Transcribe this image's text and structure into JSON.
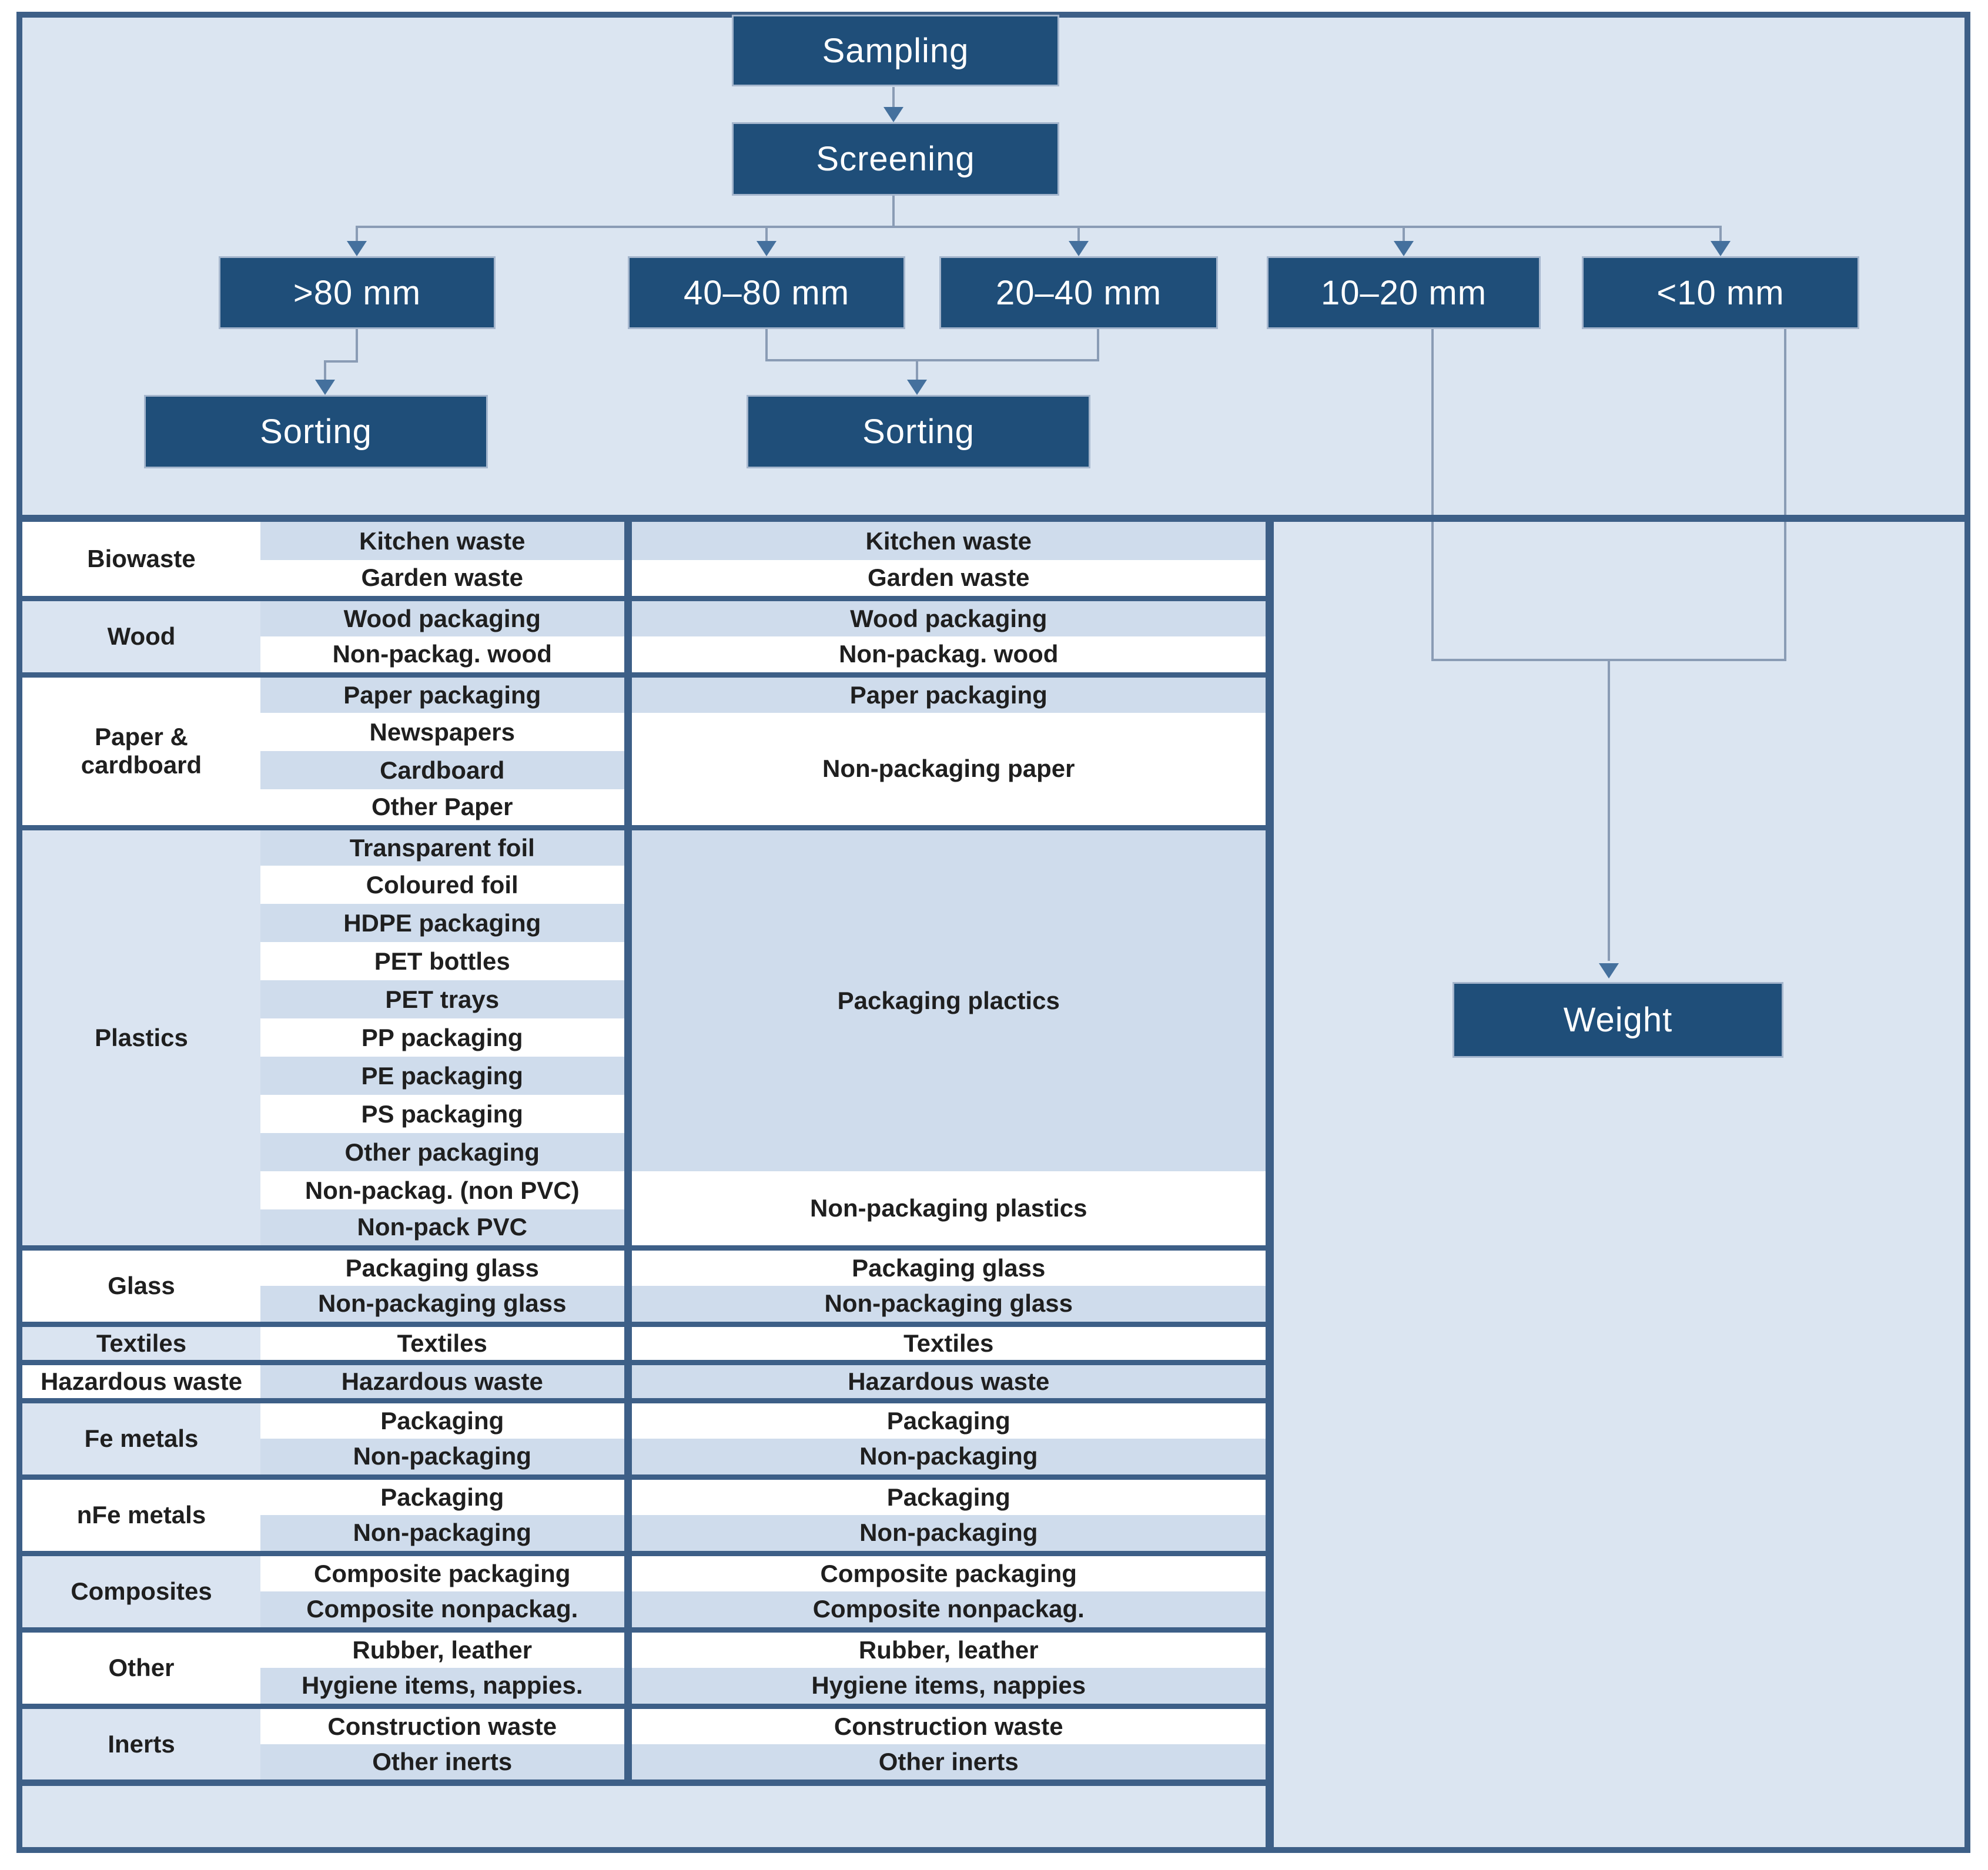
{
  "colors": {
    "panel_bg": "#dbe5f1",
    "separator": "#3d5f87",
    "box_fill": "#1f4e79",
    "box_border": "#a5b6cd",
    "box_text": "#ffffff",
    "line": "#8a9cb5",
    "arrow": "#44709d",
    "row_blue": "#cfdcec",
    "row_white": "#ffffff",
    "cat_blue": "#dae4f1",
    "cat_white": "#ffffff",
    "table_text": "#1f1f1f"
  },
  "flowchart": {
    "sampling": "Sampling",
    "screening": "Screening",
    "fractions": [
      ">80 mm",
      "40–80 mm",
      "20–40 mm",
      "10–20 mm",
      "<10 mm"
    ],
    "sorting_left": "Sorting",
    "sorting_mid": "Sorting",
    "weight": "Weight"
  },
  "table": {
    "groups": [
      {
        "category": "Biowaste",
        "col1": [
          "Kitchen waste",
          "Garden waste"
        ],
        "col2": [
          {
            "label": "Kitchen waste",
            "span": 1
          },
          {
            "label": "Garden waste",
            "span": 1
          }
        ]
      },
      {
        "category": "Wood",
        "col1": [
          "Wood packaging",
          "Non-packag. wood"
        ],
        "col2": [
          {
            "label": "Wood packaging",
            "span": 1
          },
          {
            "label": "Non-packag. wood",
            "span": 1
          }
        ]
      },
      {
        "category": "Paper & cardboard",
        "col1": [
          "Paper packaging",
          "Newspapers",
          "Cardboard",
          "Other Paper"
        ],
        "col2": [
          {
            "label": "Paper packaging",
            "span": 1
          },
          {
            "label": "Non-packaging paper",
            "span": 3
          }
        ]
      },
      {
        "category": "Plastics",
        "col1": [
          "Transparent foil",
          "Coloured foil",
          "HDPE packaging",
          "PET bottles",
          "PET trays",
          "PP packaging",
          "PE packaging",
          "PS packaging",
          "Other packaging",
          "Non-packag. (non PVC)",
          "Non-pack PVC"
        ],
        "col2": [
          {
            "label": "Packaging plactics",
            "span": 9
          },
          {
            "label": "Non-packaging plastics",
            "span": 2
          }
        ]
      },
      {
        "category": "Glass",
        "col1": [
          "Packaging glass",
          "Non-packaging glass"
        ],
        "col2": [
          {
            "label": "Packaging glass",
            "span": 1
          },
          {
            "label": "Non-packaging glass",
            "span": 1
          }
        ]
      },
      {
        "category": "Textiles",
        "col1": [
          "Textiles"
        ],
        "col2": [
          {
            "label": "Textiles",
            "span": 1
          }
        ]
      },
      {
        "category": "Hazardous waste",
        "col1": [
          "Hazardous waste"
        ],
        "col2": [
          {
            "label": "Hazardous waste",
            "span": 1
          }
        ]
      },
      {
        "category": "Fe metals",
        "col1": [
          "Packaging",
          "Non-packaging"
        ],
        "col2": [
          {
            "label": "Packaging",
            "span": 1
          },
          {
            "label": "Non-packaging",
            "span": 1
          }
        ]
      },
      {
        "category": "nFe metals",
        "col1": [
          "Packaging",
          "Non-packaging"
        ],
        "col2": [
          {
            "label": "Packaging",
            "span": 1
          },
          {
            "label": "Non-packaging",
            "span": 1
          }
        ]
      },
      {
        "category": "Composites",
        "col1": [
          "Composite packaging",
          "Composite nonpackag."
        ],
        "col2": [
          {
            "label": "Composite packaging",
            "span": 1
          },
          {
            "label": "Composite nonpackag.",
            "span": 1
          }
        ]
      },
      {
        "category": "Other",
        "col1": [
          "Rubber, leather",
          "Hygiene items, nappies."
        ],
        "col2": [
          {
            "label": "Rubber, leather",
            "span": 1
          },
          {
            "label": "Hygiene items, nappies",
            "span": 1
          }
        ]
      },
      {
        "category": "Inerts",
        "col1": [
          "Construction waste",
          "Other inerts"
        ],
        "col2": [
          {
            "label": "Construction waste",
            "span": 1
          },
          {
            "label": "Other inerts",
            "span": 1
          }
        ]
      }
    ]
  }
}
